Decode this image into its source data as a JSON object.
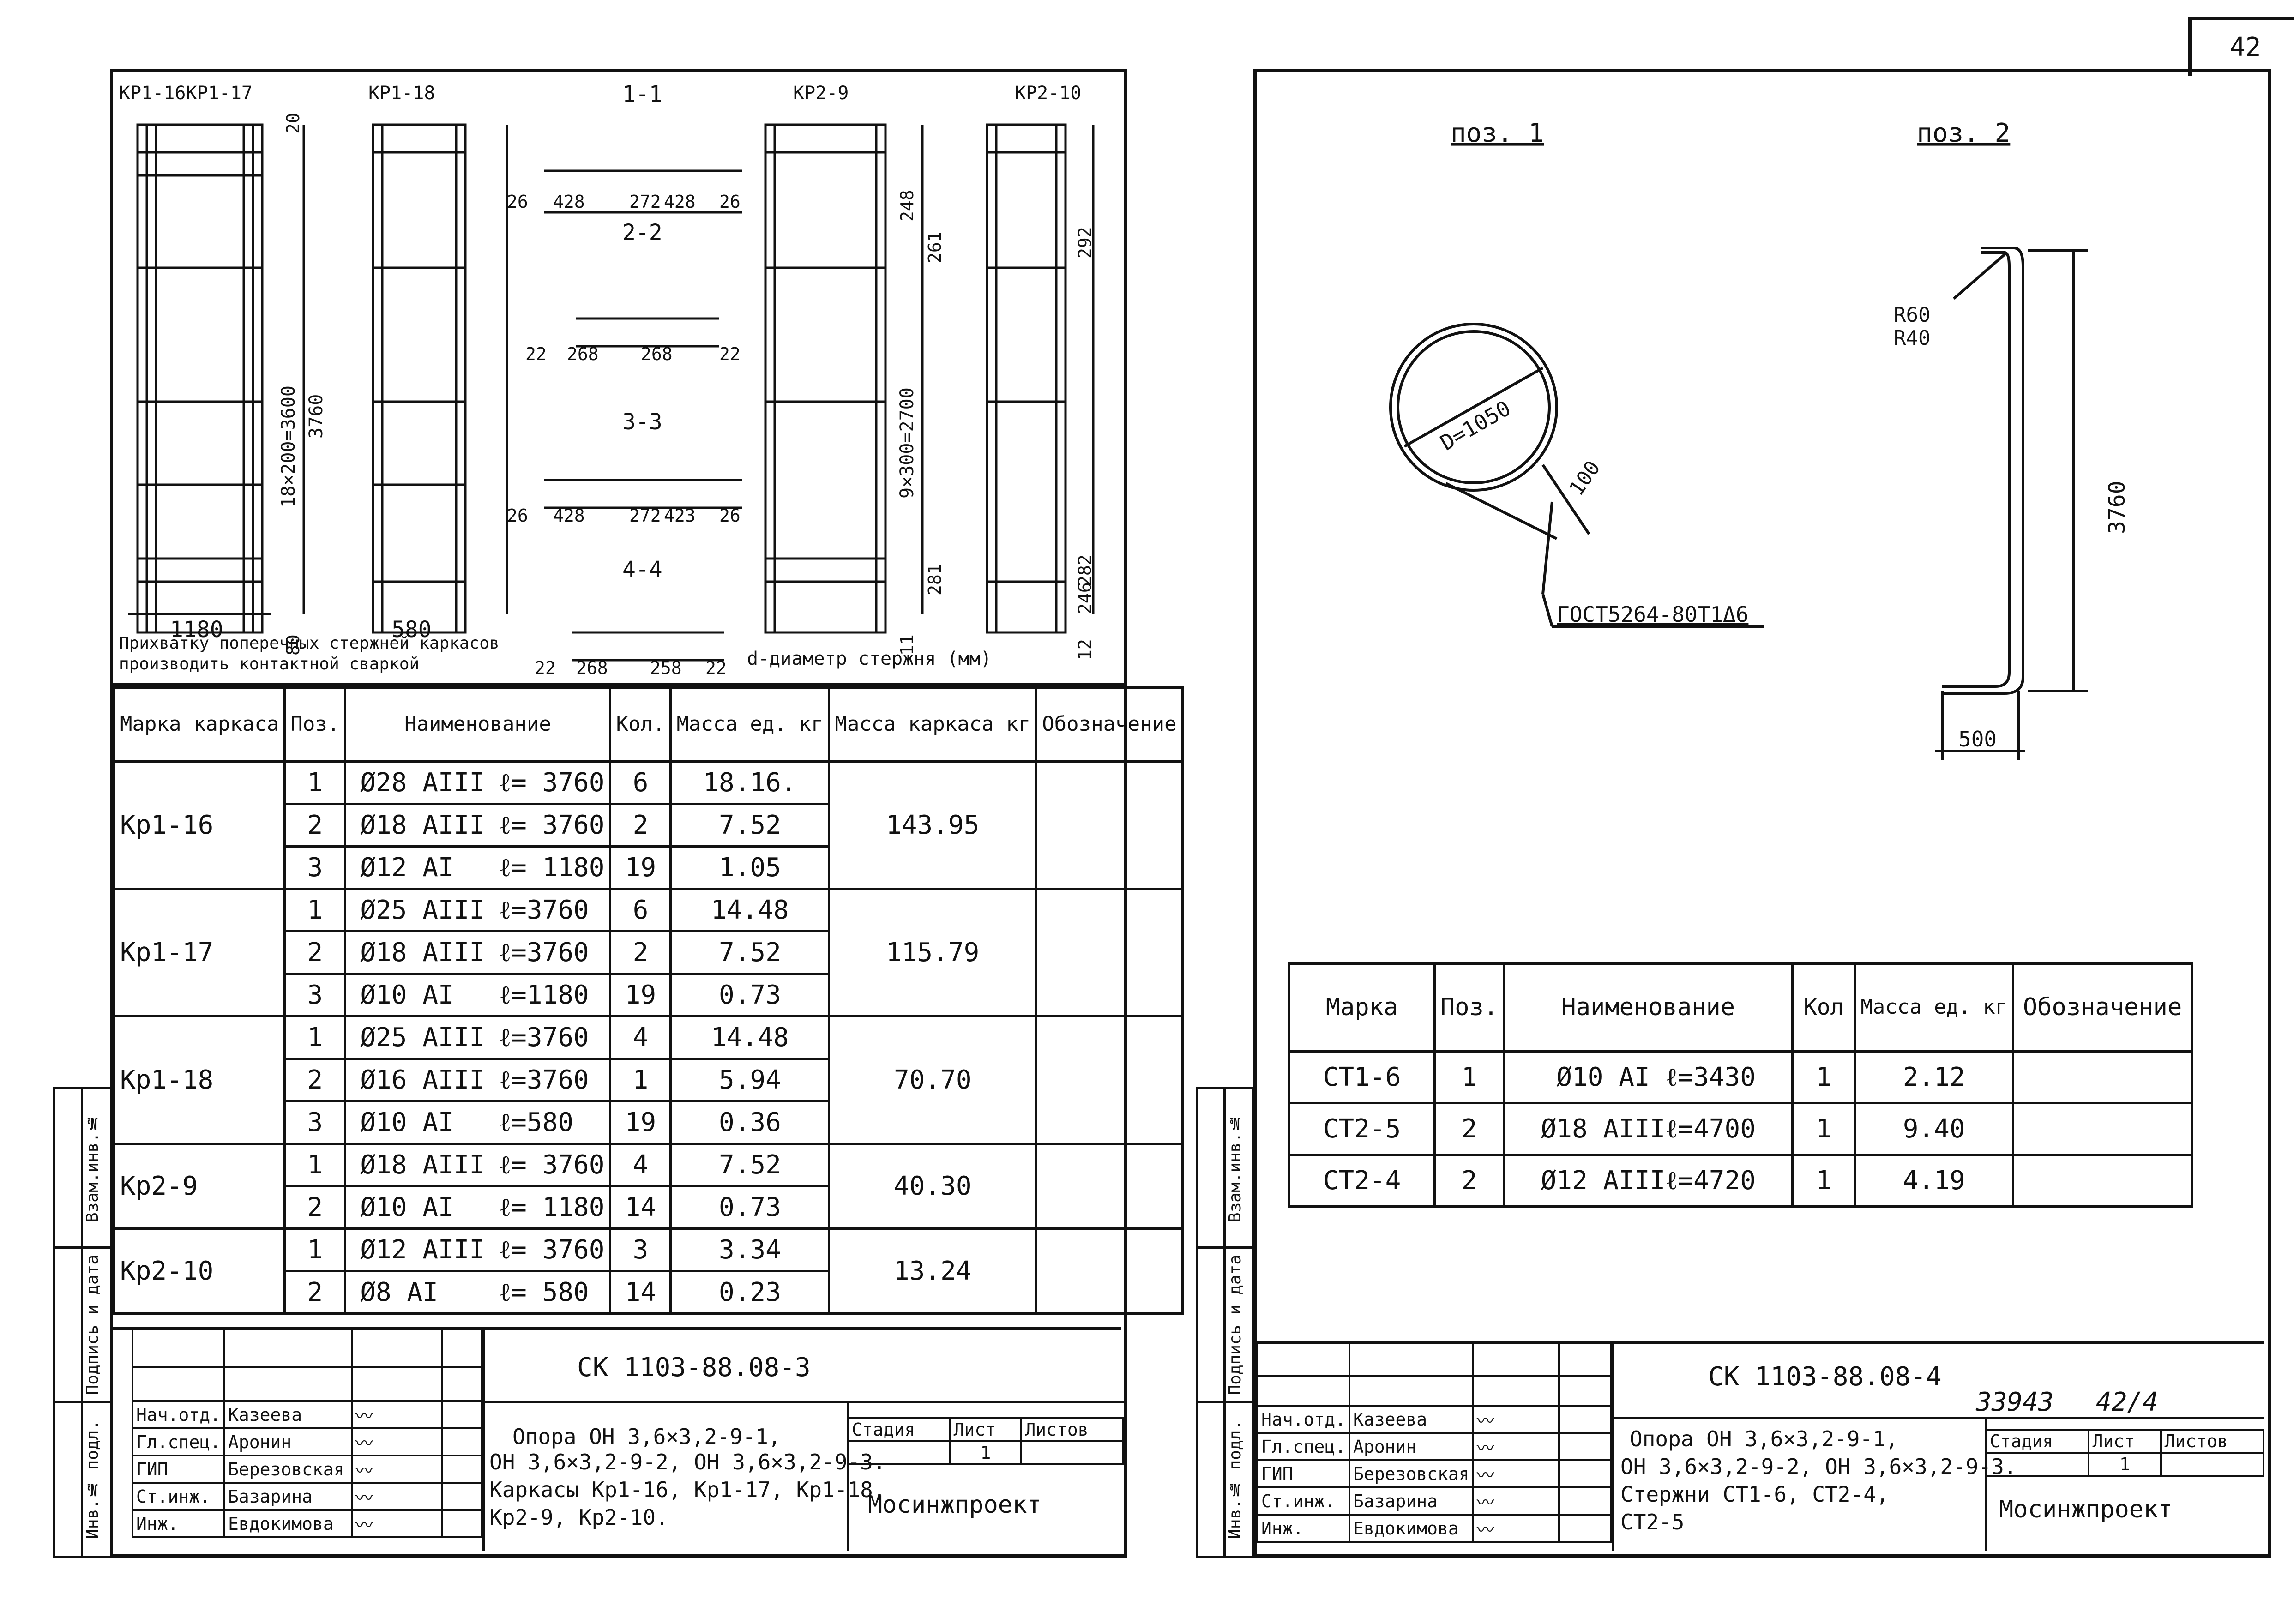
{
  "page_number": "42",
  "left": {
    "drawings": {
      "frame_labels": [
        "КР1-16КР1-17",
        "КР1-18",
        "КР2-9",
        "КР2-10"
      ],
      "section_labels": [
        "1-1",
        "2-2",
        "3-3",
        "4-4"
      ],
      "section_dims": [
        "26",
        "428",
        "272",
        "428",
        "26",
        "22",
        "268",
        "268",
        "22",
        "26",
        "428",
        "272",
        "423",
        "26",
        "22",
        "268",
        "258",
        "22"
      ],
      "frame_dims": [
        "18×200=3600",
        "3760",
        "1180",
        "80",
        "20",
        "580",
        "9×300=2700",
        "248",
        "261",
        "281",
        "11",
        "12",
        "246",
        "292",
        "282"
      ],
      "note1": "Прихватку поперечных стержней каркасов",
      "note2": "производить контактной сваркой",
      "note3": "d-диаметр стержня (мм)"
    },
    "table": {
      "headers": [
        "Марка каркаса",
        "Поз.",
        "Наименование",
        "Кол.",
        "Масса ед. кг",
        "Масса каркаса кг",
        "Обозначение"
      ],
      "groups": [
        {
          "mark": "Кр1-16",
          "total": "143.95",
          "rows": [
            {
              "pos": "1",
              "name": "Ø28 АIII",
              "len": "ℓ= 3760",
              "qty": "6",
              "mass": "18.16."
            },
            {
              "pos": "2",
              "name": "Ø18 АIII",
              "len": "ℓ= 3760",
              "qty": "2",
              "mass": "7.52"
            },
            {
              "pos": "3",
              "name": "Ø12 АI",
              "len": "ℓ= 1180",
              "qty": "19",
              "mass": "1.05"
            }
          ]
        },
        {
          "mark": "Кр1-17",
          "total": "115.79",
          "rows": [
            {
              "pos": "1",
              "name": "Ø25 АIII",
              "len": "ℓ=3760",
              "qty": "6",
              "mass": "14.48"
            },
            {
              "pos": "2",
              "name": "Ø18 АIII",
              "len": "ℓ=3760",
              "qty": "2",
              "mass": "7.52"
            },
            {
              "pos": "3",
              "name": "Ø10 АI",
              "len": "ℓ=1180",
              "qty": "19",
              "mass": "0.73"
            }
          ]
        },
        {
          "mark": "Кр1-18",
          "total": "70.70",
          "rows": [
            {
              "pos": "1",
              "name": "Ø25 АIII",
              "len": "ℓ=3760",
              "qty": "4",
              "mass": "14.48"
            },
            {
              "pos": "2",
              "name": "Ø16 АIII",
              "len": "ℓ=3760",
              "qty": "1",
              "mass": "5.94"
            },
            {
              "pos": "3",
              "name": "Ø10 АI",
              "len": "ℓ=580",
              "qty": "19",
              "mass": "0.36"
            }
          ]
        },
        {
          "mark": "Кр2-9",
          "total": "40.30",
          "rows": [
            {
              "pos": "1",
              "name": "Ø18 АIII",
              "len": "ℓ= 3760",
              "qty": "4",
              "mass": "7.52"
            },
            {
              "pos": "2",
              "name": "Ø10 АI",
              "len": "ℓ= 1180",
              "qty": "14",
              "mass": "0.73"
            }
          ]
        },
        {
          "mark": "Кр2-10",
          "total": "13.24",
          "rows": [
            {
              "pos": "1",
              "name": "Ø12 АIII",
              "len": "ℓ= 3760",
              "qty": "3",
              "mass": "3.34"
            },
            {
              "pos": "2",
              "name": "Ø8 АI",
              "len": "ℓ= 580",
              "qty": "14",
              "mass": "0.23"
            }
          ]
        }
      ]
    },
    "title_block": {
      "code": "СК 1103-88.08-3",
      "roles": [
        "Нач.отд.",
        "Гл.спец.",
        "ГИП",
        "Ст.инж.",
        "Инж."
      ],
      "names": [
        "Казеева",
        "Аронин",
        "Березовская",
        "Базарина",
        "Евдокимова"
      ],
      "desc1": "Опора  ОН 3,6×3,2-9-1,",
      "desc2": "ОН 3,6×3,2-9-2, ОН 3,6×3,2-9-3.",
      "desc3": "Каркасы Кр1-16, Кр1-17, Кр1-18,",
      "desc4": "Кр2-9, Кр2-10.",
      "stage_label": "Стадия",
      "sheet_label": "Лист",
      "sheets_label": "Листов",
      "sheet_value": "1",
      "org": "Мосинжпроект"
    },
    "side_stamps": [
      "Инв.№ подл.",
      "Подпись и дата",
      "Взам.инв.№"
    ]
  },
  "right": {
    "pos1": {
      "label": "поз. 1",
      "diameter": "D=1050",
      "overlap": "100",
      "standard": "ГОСТ5264-80Т1Δ6"
    },
    "pos2": {
      "label": "поз. 2",
      "r1": "R60",
      "r2": "R40",
      "height": "3760",
      "width": "500"
    },
    "table": {
      "headers": [
        "Марка",
        "Поз.",
        "Наименование",
        "Кол",
        "Масса ед. кг",
        "Обозначение"
      ],
      "rows": [
        {
          "mark": "СТ1-6",
          "pos": "1",
          "name": "Ø10 АI",
          "len": "ℓ=3430",
          "qty": "1",
          "mass": "2.12"
        },
        {
          "mark": "СТ2-5",
          "pos": "2",
          "name": "Ø18 АIII",
          "len": "ℓ=4700",
          "qty": "1",
          "mass": "9.40"
        },
        {
          "mark": "СТ2-4",
          "pos": "2",
          "name": "Ø12 АIII",
          "len": "ℓ=4720",
          "qty": "1",
          "mass": "4.19"
        }
      ]
    },
    "title_block": {
      "code": "СК 1103-88.08-4",
      "archive": "33943",
      "archive_sheet": "42/4",
      "roles": [
        "Нач.отд.",
        "Гл.спец.",
        "ГИП",
        "Ст.инж.",
        "Инж."
      ],
      "names": [
        "Казеева",
        "Аронин",
        "Березовская",
        "Базарина",
        "Евдокимова"
      ],
      "desc1": "Опора  ОН 3,6×3,2-9-1,",
      "desc2": "ОН 3,6×3,2-9-2, ОН 3,6×3,2-9-3.",
      "desc3": "Стержни СТ1-6, СТ2-4,",
      "desc4": "СТ2-5",
      "stage_label": "Стадия",
      "sheet_label": "Лист",
      "sheets_label": "Листов",
      "sheet_value": "1",
      "org": "Мосинжпроект"
    },
    "side_stamps": [
      "Инв.№ подл.",
      "Подпись и дата",
      "Взам.инв.№"
    ]
  }
}
